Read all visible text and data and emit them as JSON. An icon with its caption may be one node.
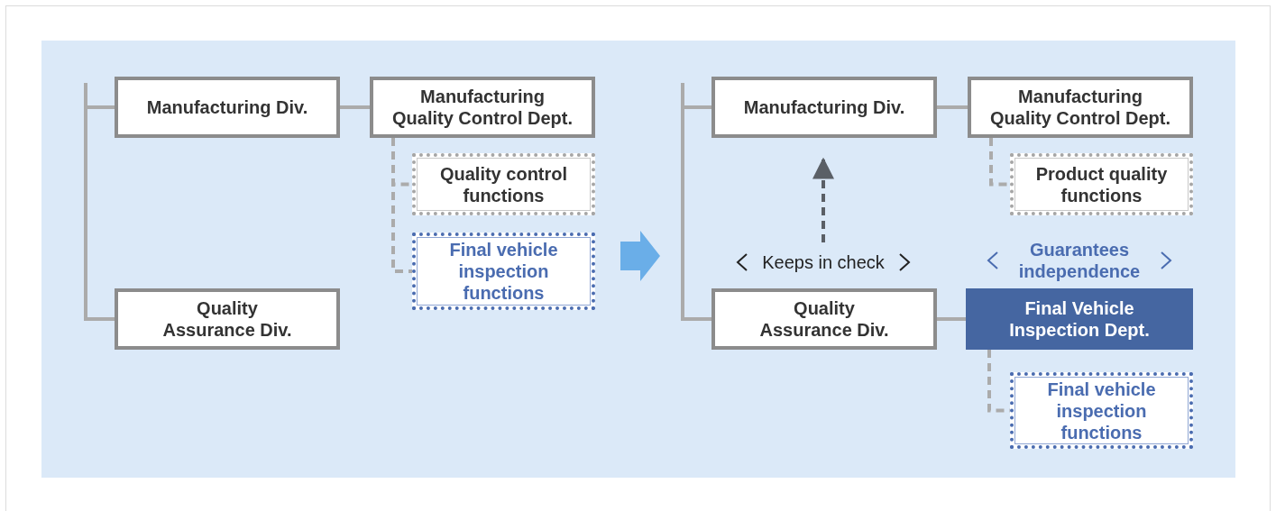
{
  "diagram": {
    "nodes": [
      {
        "text": [
          "Manufacturing Div."
        ]
      },
      {
        "text": [
          "Manufacturing Quality Control Dept."
        ]
      },
      {
        "text": [
          "Quality control functions"
        ]
      },
      {
        "text": [
          "Final vehicle inspection functions"
        ]
      },
      {
        "text": [
          "Quality Assurance Div."
        ]
      },
      {
        "text": [
          "Manufacturing Div."
        ]
      },
      {
        "text": [
          "Manufacturing Quality Control Dept."
        ]
      },
      {
        "text": [
          "Product quality functions"
        ]
      },
      {
        "text": [
          "Quality Assurance Div."
        ]
      },
      {
        "text": [
          "Final Vehicle Inspection Dept."
        ],
        "beside": [
          "Guarantees independence"
        ]
      },
      {
        "text": [
          "Final vehicle inspection functions"
        ]
      },
      {
        "text": [
          "Keeps in check"
        ]
      }
    ],
    "edges": [
      {
        "from": 0,
        "to": 4,
        "arrow": "none"
      },
      {
        "from": 0,
        "to": 1,
        "arrow": "none"
      },
      {
        "from": 1,
        "to": 2,
        "arrow": "none",
        "style": "dashed"
      },
      {
        "from": 1,
        "to": 3,
        "arrow": "none",
        "style": "dashed"
      },
      {
        "from": 5,
        "to": 8,
        "arrow": "none"
      },
      {
        "from": 5,
        "to": 6,
        "arrow": "none"
      },
      {
        "from": 6,
        "to": 7,
        "arrow": "none",
        "style": "dashed"
      },
      {
        "from": 8,
        "to": 9,
        "arrow": "none"
      },
      {
        "from": 9,
        "to": 10,
        "arrow": "none",
        "style": "dashed"
      },
      {
        "from": 11,
        "to": 5,
        "arrow": "to",
        "style": "dashed",
        "color": "#5a5f66"
      }
    ]
  }
}
